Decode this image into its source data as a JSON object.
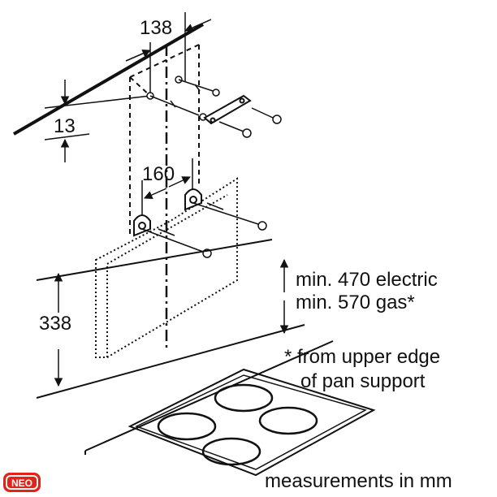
{
  "dimensions": {
    "top_width": "138",
    "wall_offset": "13",
    "bracket_spacing": "160",
    "bottom_height": "338"
  },
  "clearance": {
    "electric": "min. 470 electric",
    "gas": "min. 570 gas*"
  },
  "footnote": {
    "line1": "* from upper edge",
    "line2": "of pan support"
  },
  "units_note": "measurements in mm",
  "logo": {
    "text": "NEO",
    "color": "#e2231a"
  },
  "colors": {
    "line": "#111111",
    "background": "#ffffff"
  }
}
